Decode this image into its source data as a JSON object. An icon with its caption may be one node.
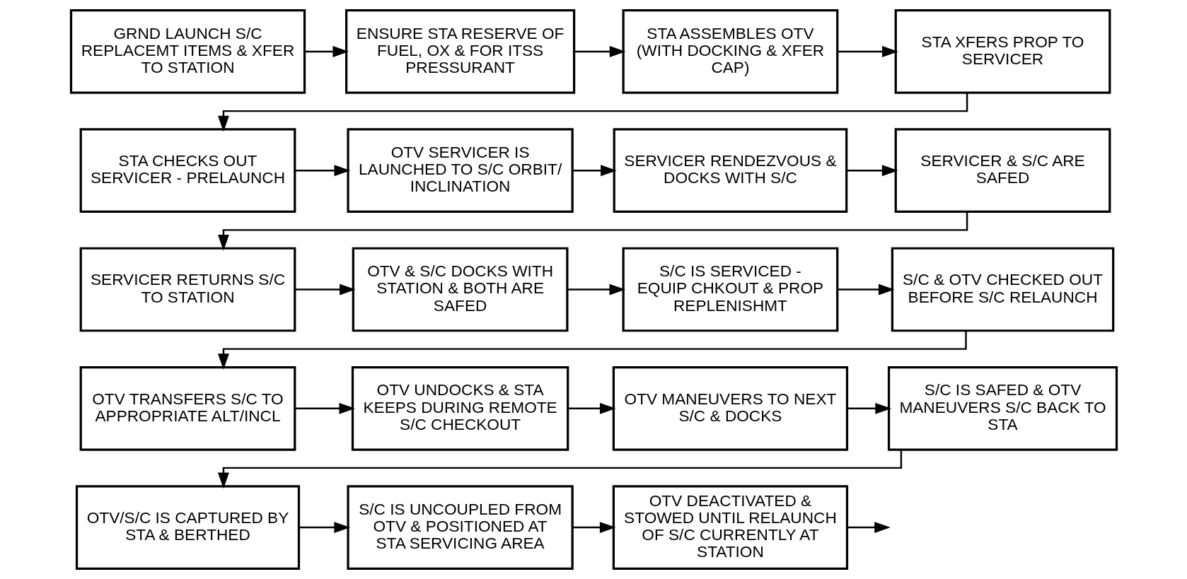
{
  "diagram": {
    "nodes": [
      {
        "text": [
          "GRND LAUNCH S/C REPLACEMT ITEMS & XFER TO STATION"
        ]
      },
      {
        "text": [
          "ENSURE STA RESERVE OF FUEL, OX & FOR ITSS PRESSURANT"
        ]
      },
      {
        "text": [
          "STA ASSEMBLES OTV (WITH DOCKING & XFER CAP)"
        ]
      },
      {
        "text": [
          "STA XFERS PROP TO SERVICER"
        ]
      },
      {
        "text": [
          "STA CHECKS OUT SERVICER - PRELAUNCH"
        ]
      },
      {
        "text": [
          "OTV SERVICER IS LAUNCHED TO S/C ORBIT/ INCLINATION"
        ]
      },
      {
        "text": [
          "SERVICER RENDEZVOUS & DOCKS WITH S/C"
        ]
      },
      {
        "text": [
          "SERVICER & S/C ARE SAFED"
        ]
      },
      {
        "text": [
          "SERVICER RETURNS S/C TO STATION"
        ]
      },
      {
        "text": [
          "OTV & S/C DOCKS WITH STATION & BOTH ARE SAFED"
        ]
      },
      {
        "text": [
          "S/C IS SERVICED - EQUIP CHKOUT & PROP REPLENISHMT"
        ]
      },
      {
        "text": [
          "S/C & OTV CHECKED OUT BEFORE S/C RELAUNCH"
        ]
      },
      {
        "text": [
          "OTV TRANSFERS S/C TO APPROPRIATE ALT/INCL"
        ]
      },
      {
        "text": [
          "OTV UNDOCKS & STA KEEPS DURING REMOTE S/C CHECKOUT"
        ]
      },
      {
        "text": [
          "OTV MANEUVERS TO NEXT S/C & DOCKS"
        ]
      },
      {
        "text": [
          "S/C IS SAFED & OTV MANEUVERS S/C BACK TO STA"
        ]
      },
      {
        "text": [
          "OTV/S/C IS CAPTURED BY STA & BERTHED"
        ]
      },
      {
        "text": [
          "S/C IS UNCOUPLED FROM OTV & POSITIONED AT STA SERVICING AREA"
        ]
      },
      {
        "text": [
          "OTV DEACTIVATED & STOWED UNTIL RELAUNCH OF S/C CURRENTLY AT STATION"
        ]
      }
    ],
    "edges": [
      {
        "from": 0,
        "to": 1,
        "arrow": "to"
      },
      {
        "from": 1,
        "to": 2,
        "arrow": "to"
      },
      {
        "from": 2,
        "to": 3,
        "arrow": "to"
      },
      {
        "from": 3,
        "to": 4,
        "arrow": "to"
      },
      {
        "from": 4,
        "to": 5,
        "arrow": "to"
      },
      {
        "from": 5,
        "to": 6,
        "arrow": "to"
      },
      {
        "from": 6,
        "to": 7,
        "arrow": "to"
      },
      {
        "from": 7,
        "to": 8,
        "arrow": "to"
      },
      {
        "from": 8,
        "to": 9,
        "arrow": "to"
      },
      {
        "from": 9,
        "to": 10,
        "arrow": "to"
      },
      {
        "from": 10,
        "to": 11,
        "arrow": "to"
      },
      {
        "from": 11,
        "to": 12,
        "arrow": "to"
      },
      {
        "from": 12,
        "to": 13,
        "arrow": "to"
      },
      {
        "from": 13,
        "to": 14,
        "arrow": "to"
      },
      {
        "from": 14,
        "to": 15,
        "arrow": "to"
      },
      {
        "from": 15,
        "to": 16,
        "arrow": "to"
      },
      {
        "from": 16,
        "to": 17,
        "arrow": "to"
      },
      {
        "from": 17,
        "to": 18,
        "arrow": "to"
      },
      {
        "from": 18,
        "to": null,
        "arrow": "to"
      }
    ]
  }
}
